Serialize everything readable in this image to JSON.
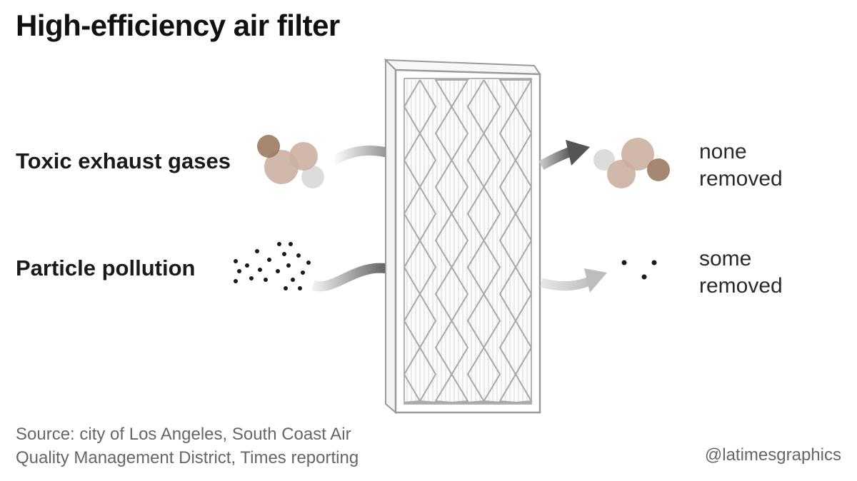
{
  "title": "High-efficiency air filter",
  "rows": [
    {
      "label": "Toxic exhaust gases",
      "result": [
        "none",
        "removed"
      ]
    },
    {
      "label": "Particle pollution",
      "result": [
        "some",
        "removed"
      ]
    }
  ],
  "source": [
    "Source: city of Los Angeles, South Coast Air",
    "Quality Management District, Times reporting"
  ],
  "credit": "@latimesgraphics",
  "colors": {
    "gas_dark": "#9b7a63",
    "gas_mid": "#cbb0a1",
    "gas_gray": "#dcdcdc",
    "particle": "#1a1a1a",
    "arrow_dark": "#555555",
    "arrow_light": "#cfcfcf",
    "filter_line": "#9a9a9a"
  }
}
